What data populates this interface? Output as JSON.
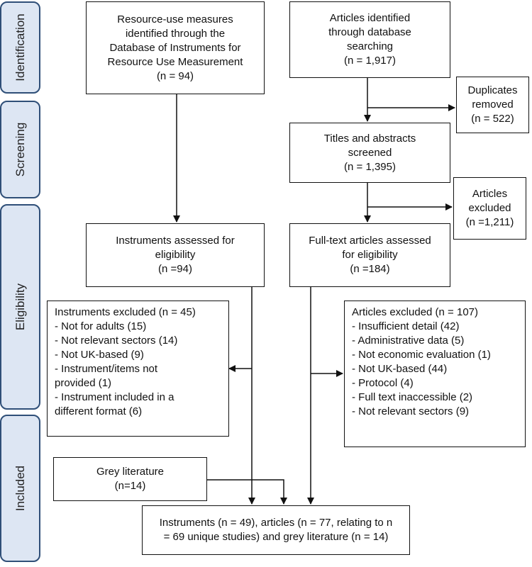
{
  "stages": [
    {
      "key": "identification",
      "label": "Identification"
    },
    {
      "key": "screening",
      "label": "Screening"
    },
    {
      "key": "eligibility",
      "label": "Eligibility"
    },
    {
      "key": "included",
      "label": "Included"
    }
  ],
  "boxes": {
    "dirum": [
      "Resource-use measures",
      "identified through the",
      "Database of Instruments for",
      "Resource Use Measurement",
      "(n = 94)"
    ],
    "db_search": [
      "Articles identified",
      "through database",
      "searching",
      "(n = 1,917)"
    ],
    "duplicates": [
      "Duplicates",
      "removed",
      "(n = 522)"
    ],
    "screened": [
      "Titles and abstracts",
      "screened",
      "(n = 1,395)"
    ],
    "articles_excluded_screen": [
      "Articles",
      "excluded",
      "(n =1,211)"
    ],
    "instruments_assessed": [
      "Instruments assessed for",
      "eligibility",
      "(n =94)"
    ],
    "fulltext_assessed": [
      "Full-text articles assessed",
      "for eligibility",
      "(n =184)"
    ],
    "instruments_excluded": [
      "Instruments excluded (n = 45)",
      "- Not for adults (15)",
      "- Not relevant sectors (14)",
      "- Not UK-based (9)",
      "- Instrument/items not",
      "provided (1)",
      "- Instrument included in a",
      "different format (6)"
    ],
    "articles_excluded_full": [
      "Articles excluded (n = 107)",
      "- Insufficient detail (42)",
      "- Administrative data (5)",
      "- Not economic evaluation (1)",
      "- Not UK-based (44)",
      "- Protocol (4)",
      "- Full text inaccessible (2)",
      "- Not relevant sectors (9)"
    ],
    "grey_lit": [
      "Grey literature",
      "(n=14)"
    ],
    "included": [
      "Instruments (n = 49), articles (n = 77, relating to n",
      "= 69 unique studies) and grey literature (n = 14)"
    ]
  }
}
